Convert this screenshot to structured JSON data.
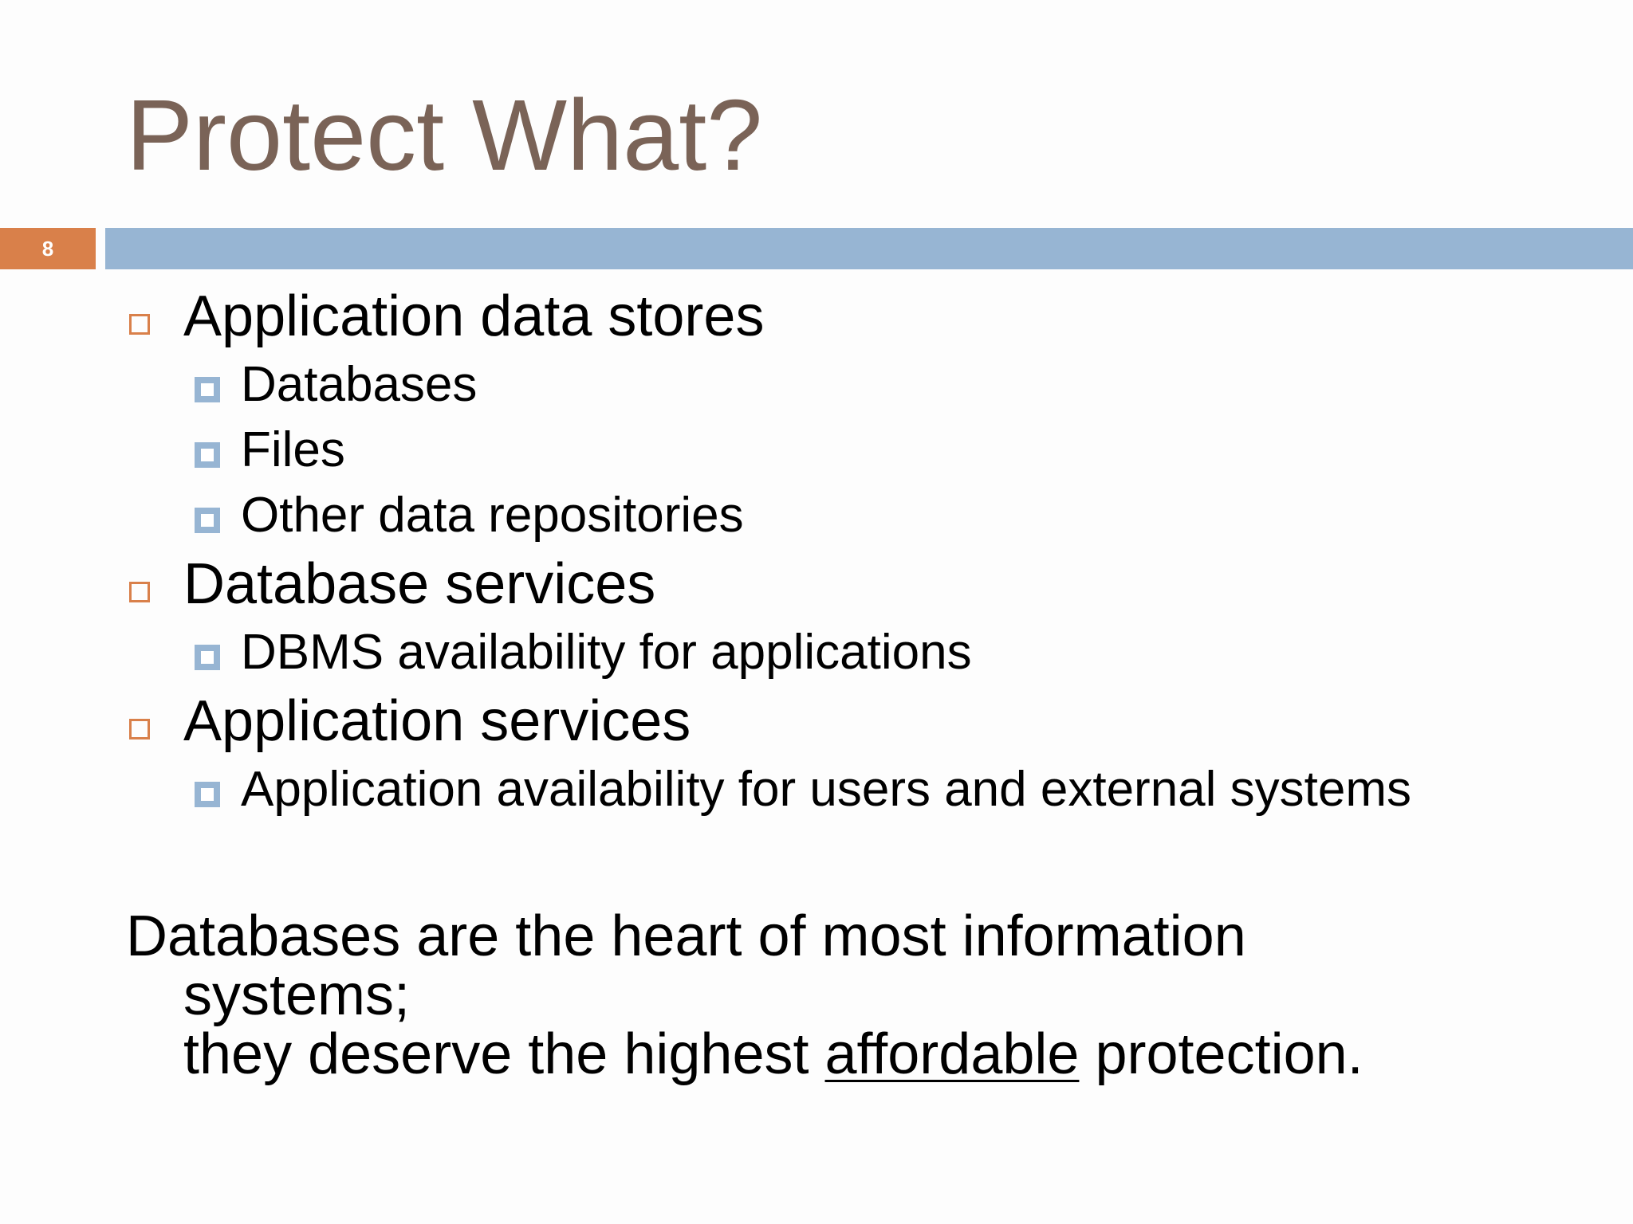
{
  "slide": {
    "title": "Protect What?",
    "page_number": "8",
    "colors": {
      "title": "#7a6357",
      "page_badge": "#d9804a",
      "header_bar": "#97b5d3",
      "level1_bullet": "#d9804a",
      "level2_bullet": "#97b5d3"
    },
    "bullets": [
      {
        "text": "Application data stores",
        "children": [
          "Databases",
          "Files",
          "Other data repositories"
        ]
      },
      {
        "text": "Database services",
        "children": [
          "DBMS availability for applications"
        ]
      },
      {
        "text": "Application services",
        "children": [
          "Application availability for users and external systems"
        ]
      }
    ],
    "closing": {
      "line1": "Databases are the heart of most information",
      "line2": "systems;",
      "line3_before": "they deserve the highest ",
      "line3_emphasis": "affordable",
      "line3_after": " protection."
    }
  }
}
